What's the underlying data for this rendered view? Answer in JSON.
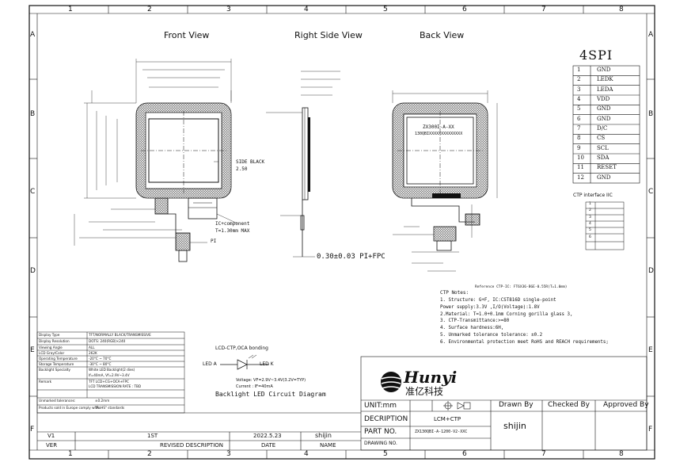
{
  "zones": {
    "cols": [
      "1",
      "2",
      "3",
      "4",
      "5",
      "6",
      "7",
      "8"
    ],
    "rows": [
      "A",
      "B",
      "C",
      "D",
      "E",
      "F"
    ]
  },
  "views": {
    "front": "Front View",
    "right": "Right Side View",
    "back": "Back View"
  },
  "interface_label": "4SPI",
  "pin_table": [
    {
      "no": "1",
      "name": "GND"
    },
    {
      "no": "2",
      "name": "LEDK"
    },
    {
      "no": "3",
      "name": "LEDA"
    },
    {
      "no": "4",
      "name": "VDD"
    },
    {
      "no": "5",
      "name": "GND"
    },
    {
      "no": "6",
      "name": "GND"
    },
    {
      "no": "7",
      "name": "D/C"
    },
    {
      "no": "8",
      "name": "CS"
    },
    {
      "no": "9",
      "name": "SCL"
    },
    {
      "no": "10",
      "name": "SDA"
    },
    {
      "no": "11",
      "name": "RESET"
    },
    {
      "no": "12",
      "name": "GND"
    }
  ],
  "ctp": {
    "title": "CTP interface IIC",
    "rows": [
      "1",
      "2",
      "3",
      "4",
      "5",
      "6"
    ]
  },
  "front_notes": {
    "side_black_1": "SIDE BLACK",
    "side_black_2": "2.50",
    "ic_component": "IC+component",
    "ic_height": "T=1.30mm MAX",
    "pi": "PI"
  },
  "side_fpc": "0.30±0.03  PI+FPC",
  "back_labels": {
    "part1": "ZX300I-A-XX",
    "part2": "130QBIXXXXXXXXXXXXXX"
  },
  "ctp_notes": {
    "ref": "Reference CTP-IC:  FT6X36-BGE-0.55R(T=1.0mm)",
    "title": "CTP Notes:",
    "lines": [
      "1. Structure: G+F, IC:CST816D    single-point",
      "   Power supply:3.3V ,I/O(Voltage):1.8V",
      "2.Material: T=1.0+0.1mm Corning gorilla glass 3,",
      "3. CTP-Transmittance:>=80",
      "4. Surface hardness:6H,",
      "5. Unmarked tolerance tolerance:  ±0.2",
      "6. Environmental protection meet RoHS and REACH requirements;"
    ]
  },
  "spec_table": [
    {
      "k": "Display Type",
      "v": "TFT/NORMALLY BLACK/TRANSMISSIVE"
    },
    {
      "k": "Display Resolution",
      "v": "DOTS: 240(RGB)×240"
    },
    {
      "k": "Viewing Angle",
      "v": "ALL"
    },
    {
      "k": "LCD Gray/Color",
      "v": "262K"
    },
    {
      "k": "Operating Temperature",
      "v": "-20°C ~ 70°C"
    },
    {
      "k": "Storage Temperature",
      "v": "-30°C ~ 80°C"
    },
    {
      "k": "Backlight Specialty",
      "v": "White LED Backlight(2 dies)"
    },
    {
      "k": "",
      "v": "If=40mA, Vf=2.9V~3.4V"
    },
    {
      "k": "Remark",
      "v": "TFT LCD+CG+OCA+FPC"
    },
    {
      "k": "",
      "v": "LCD TRANSMISSION RATE : TBD"
    },
    {
      "k": "Unmarked tolerances:",
      "v": "±0.2mm"
    },
    {
      "k": "Products sold in Europe comply with",
      "v": "\"RoHS\" standards"
    }
  ],
  "oca_bonding": "LCD-CTP,OCA bonding",
  "circuit": {
    "led_a": "LED A",
    "led_k": "LED K",
    "voltage": "Voltage: VF=2.9V~3.4V(3.2V=TYP)",
    "current": "Current : IF=40mA",
    "title": "Backlight LED Circuit Diagram"
  },
  "brand": {
    "name": "Hunyi",
    "chinese": "准亿科技"
  },
  "title_block": {
    "unit_label": "UNIT:mm",
    "drawn_by": "Drawn By",
    "checked_by": "Checked By",
    "approved_by": "Approved By",
    "description_label": "DECRIPTION",
    "description": "LCM+CTP",
    "part_no_label": "PART NO.",
    "part_no": "ZX130QBI-A-1200-V2-XXC",
    "drawing_no_label": "DRAWING NO.",
    "drawer": "shijin"
  },
  "revision": {
    "version": "V1",
    "desc": "1ST",
    "date": "2022.5.23",
    "name": "shijin",
    "h_ver": "VER",
    "h_desc": "REVISED DESCRIPTION",
    "h_date": "DATE",
    "h_name": "NAME"
  }
}
